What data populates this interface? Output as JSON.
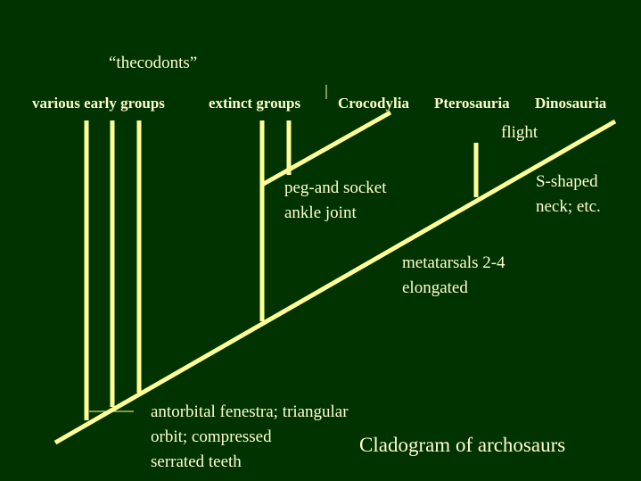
{
  "colors": {
    "background": "#003300",
    "lines": "#ffff99",
    "text": "#ffffcc"
  },
  "group_label": "“thecodonts”",
  "taxa": {
    "various_early_groups": "various early groups",
    "extinct_groups": "extinct groups",
    "crocodylia": "Crocodylia",
    "pterosauria": "Pterosauria",
    "dinosauria": "Dinosauria"
  },
  "characters": {
    "flight": "flight",
    "s_shaped_neck": [
      "S-shaped",
      "neck; etc."
    ],
    "peg_and_socket": [
      "peg-and socket",
      "ankle joint"
    ],
    "metatarsals": [
      "metatarsals 2-4",
      "elongated"
    ],
    "antorbital": [
      "antorbital fenestra; triangular",
      "orbit; compressed",
      "serrated teeth"
    ]
  },
  "title": "Cladogram of archosaurs"
}
